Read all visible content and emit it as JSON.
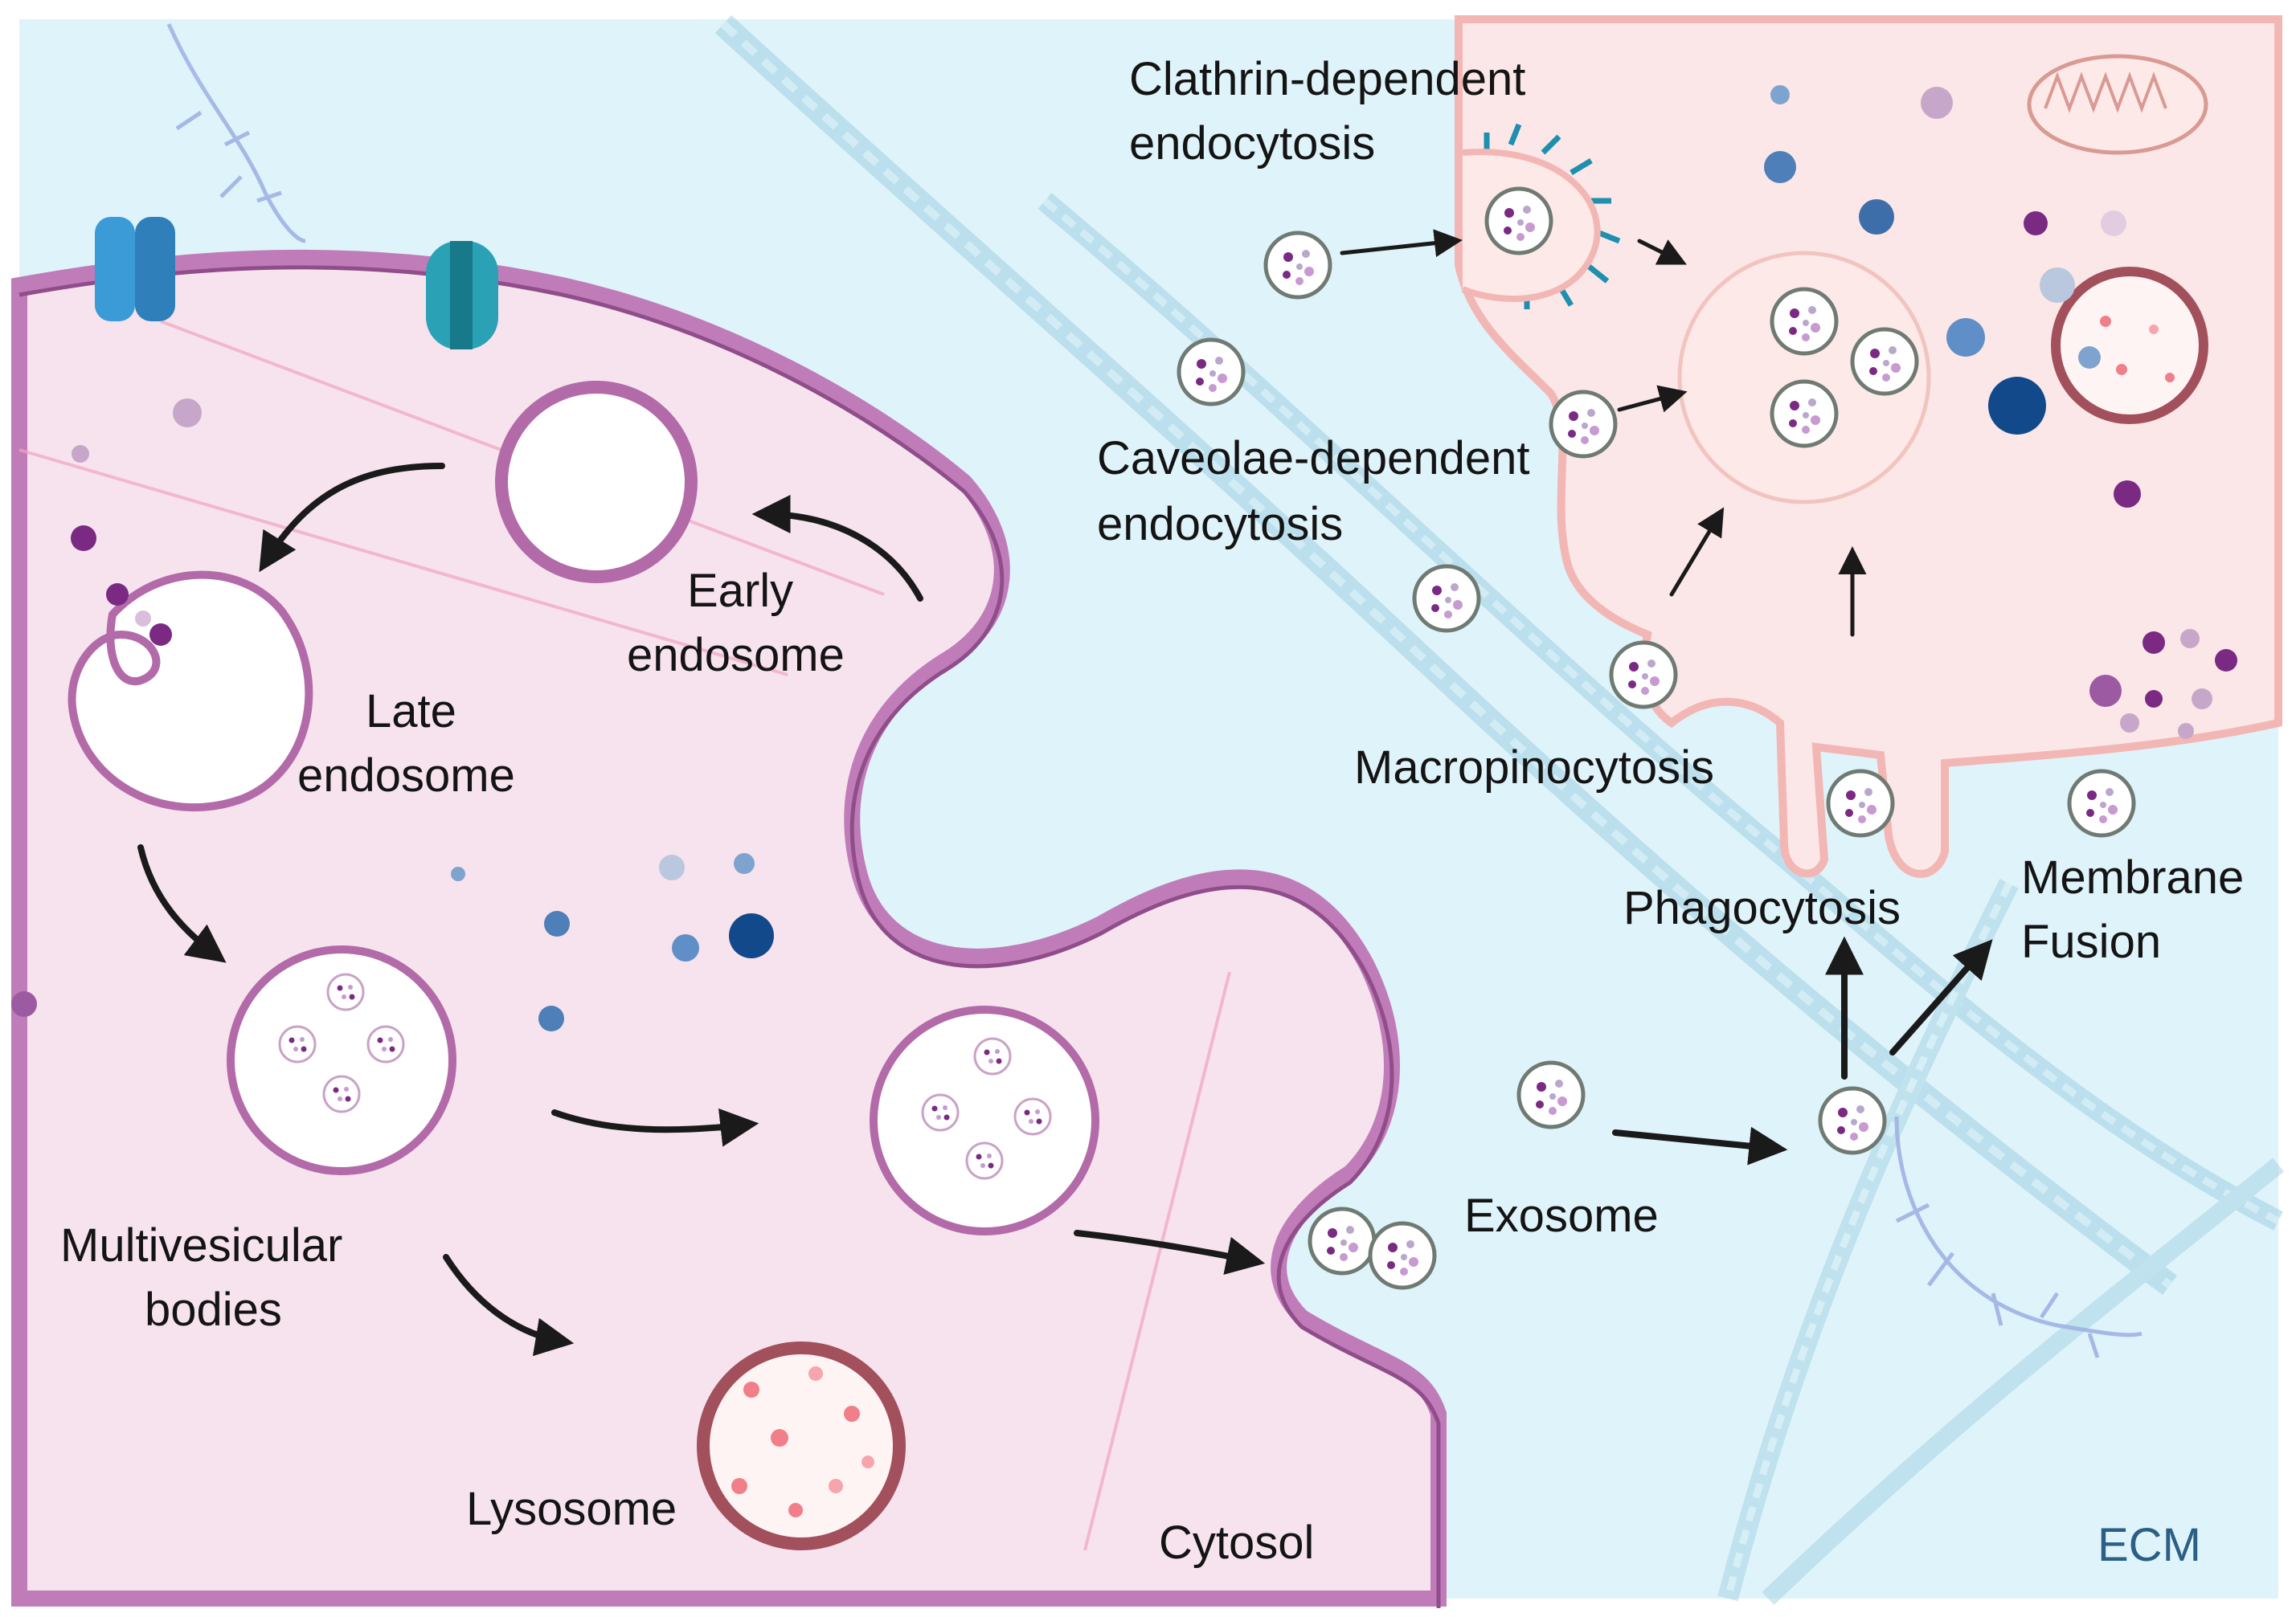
{
  "labels": {
    "clathrin_1": "Clathrin-dependent",
    "clathrin_2": "endocytosis",
    "caveolae_1": "Caveolae-dependent",
    "caveolae_2": "endocytosis",
    "early_1": "Early",
    "early_2": "endosome",
    "late_1": "Late",
    "late_2": "endosome",
    "macropinocytosis": "Macropinocytosis",
    "phagocytosis": "Phagocytosis",
    "membrane_1": "Membrane",
    "membrane_2": "Fusion",
    "multivesicular_1": "Multivesicular",
    "multivesicular_2": "bodies",
    "exosome": "Exosome",
    "lysosome": "Lysosome",
    "cytosol": "Cytosol",
    "ecm": "ECM"
  },
  "colors": {
    "ecm_background": "#dff3fa",
    "left_cell_fill": "#f6e3ee",
    "right_cell_fill": "#fbe7e7",
    "membrane": "#c07cb9",
    "membrane_dark": "#8f4d8a",
    "lysosome_ring": "#a2505c",
    "arrow": "#1a1a1a"
  }
}
